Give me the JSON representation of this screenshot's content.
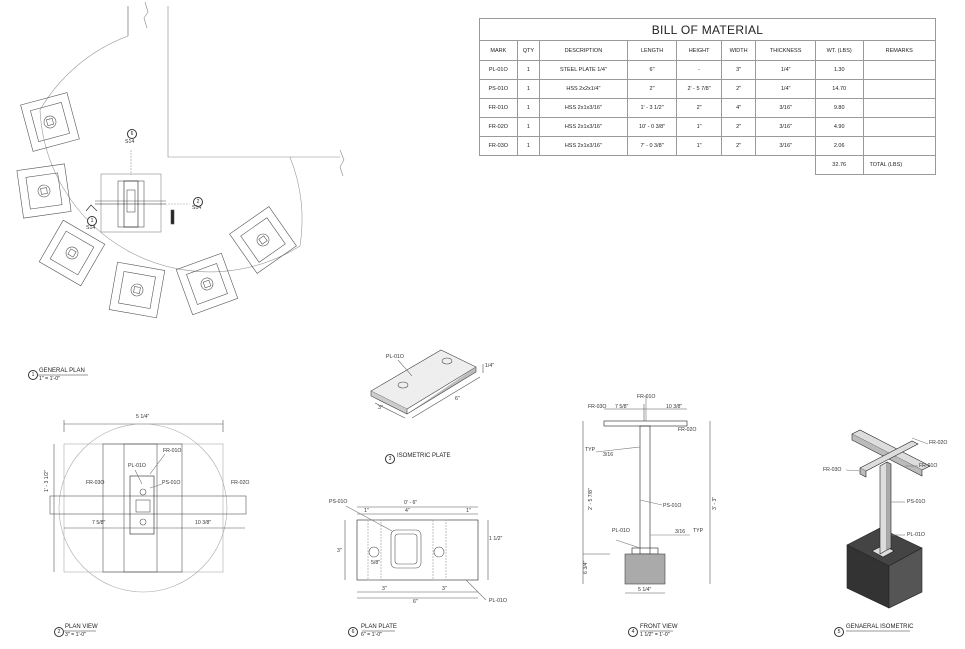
{
  "bom": {
    "title": "BILL OF MATERIAL",
    "headers": [
      "MARK",
      "QTY",
      "DESCRIPTION",
      "LENGTH",
      "HEIGHT",
      "WIDTH",
      "THICKNESS",
      "WT. (LBS)",
      "REMARKS"
    ],
    "rows": [
      [
        "PL-01O",
        "1",
        "STEEL PLATE 1/4\"",
        "6\"",
        "-",
        "3\"",
        "1/4\"",
        "1.30",
        ""
      ],
      [
        "PS-01O",
        "1",
        "HSS 2x2x1/4\"",
        "2\"",
        "2' - 5 7/8\"",
        "2\"",
        "1/4\"",
        "14.70",
        ""
      ],
      [
        "FR-01O",
        "1",
        "HSS 2x1x3/16\"",
        "1' - 3 1/2\"",
        "2\"",
        "4\"",
        "3/16\"",
        "9.80",
        ""
      ],
      [
        "FR-02O",
        "1",
        "HSS 2x1x3/16\"",
        "10' - 0 3/8\"",
        "1\"",
        "2\"",
        "3/16\"",
        "4.90",
        ""
      ],
      [
        "FR-03O",
        "1",
        "HSS 2x1x3/16\"",
        "7' - 0 3/8\"",
        "1\"",
        "2\"",
        "3/16\"",
        "2.06",
        ""
      ]
    ],
    "total_value": "32.76",
    "total_label": "TOTAL (LBS)"
  },
  "views": {
    "v1": {
      "num": "1",
      "title": "GENERAL PLAN",
      "scale": "1\" = 1'-0\""
    },
    "v2": {
      "num": "2",
      "title": "PLAN VIEW",
      "scale": "3\" = 1'-0\""
    },
    "v3": {
      "num": "3",
      "title": "ISOMETRIC PLATE"
    },
    "v4": {
      "num": "4",
      "title": "FRONT VIEW",
      "scale": "1 1/2\" = 1'-0\""
    },
    "v5": {
      "num": "5",
      "title": "GENAERAL ISOMETRIC"
    },
    "v6": {
      "num": "6",
      "title": "PLAN PLATE",
      "scale": "6\" = 1'-0\""
    }
  },
  "section_marks": {
    "s1": {
      "num": "6",
      "sheet": "S14"
    },
    "s2": {
      "num": "2",
      "sheet": "S14"
    },
    "s3": {
      "num": "1",
      "sheet": "S14"
    }
  },
  "labels": {
    "plan_width": "5 1/4\"",
    "plan_fr01": "FR-01O",
    "plan_pl01": "PL-01O",
    "plan_ps01": "PS-01O",
    "plan_fr03": "FR-03O",
    "plan_fr02": "FR-02O",
    "plan_height": "1' - 3 1/2\"",
    "plan_left": "7 5/8\"",
    "plan_right": "10 3/8\"",
    "iso_pl01": "PL-01O",
    "iso_w": "3\"",
    "iso_l": "6\"",
    "iso_t": "1/4\"",
    "pp_ps01": "PS-01O",
    "pp_total": "0' - 6\"",
    "pp_one_a": "1\"",
    "pp_four": "4\"",
    "pp_one_b": "1\"",
    "pp_three": "3\"",
    "pp_one_half": "1 1/2\"",
    "pp_dia": "5/8\"",
    "pp_bot_a": "3\"",
    "pp_bot_b": "3\"",
    "pp_bot_total": "6\"",
    "pp_pl01": "PL-01O",
    "fv_fr01": "FR-01O",
    "fv_fr03": "FR-03O",
    "fv_fr02": "FR-02O",
    "fv_left": "7 5/8\"",
    "fv_right": "10 3/8\"",
    "fv_typ": "TYP",
    "fv_weld": "3/16",
    "fv_h": "2' - 5 7/8\"",
    "fv_ps01": "PS-01O",
    "fv_pl01": "PL-01O",
    "fv_typ2": "TYP",
    "fv_weld2": "3/16",
    "fv_total": "3' - 3\"",
    "fv_base": "6 3/4\"",
    "fv_width": "5 1/4\"",
    "gi_fr02": "FR-02O",
    "gi_fr03": "FR-03O",
    "gi_fr01": "FR-01O",
    "gi_ps01": "PS-01O",
    "gi_pl01": "PL-01O"
  }
}
